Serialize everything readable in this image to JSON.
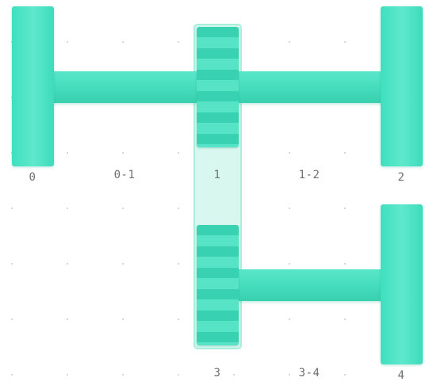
{
  "diagram": {
    "labels": {
      "node_0": "0",
      "span_0_1": "0-1",
      "node_1": "1",
      "span_1_2": "1-2",
      "node_2": "2",
      "node_3": "3",
      "span_3_4": "3-4",
      "node_4": "4"
    },
    "colors": {
      "accent": "#44dcbc",
      "accent_dark": "#38d2b2",
      "column_fill": "#d8f7ee",
      "column_border": "#a8efde",
      "grid_dot": "#c8cbd0",
      "label_text": "#6d6f73"
    }
  }
}
